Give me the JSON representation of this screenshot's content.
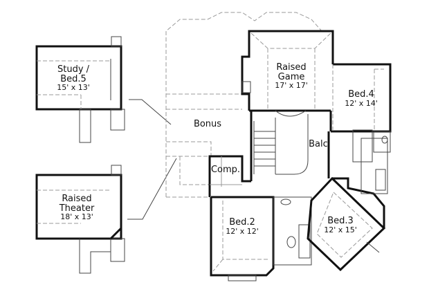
{
  "rooms": [
    {
      "name": "Study /",
      "name2": "Bed.5",
      "dims": "15' x 13'"
    },
    {
      "name": "Raised",
      "name2": "Theater",
      "dims": "18' x 13'"
    },
    {
      "name": "Bonus"
    },
    {
      "name": "Raised",
      "name2": "Game",
      "dims": "17' x 17'"
    },
    {
      "name": "Bed.4",
      "dims": "12' x 14'"
    },
    {
      "name": "Balc."
    },
    {
      "name": "Comp."
    },
    {
      "name": "Bed.2",
      "dims": "12' x 12'"
    },
    {
      "name": "Bed.3",
      "dims": "12' x 15'"
    }
  ]
}
